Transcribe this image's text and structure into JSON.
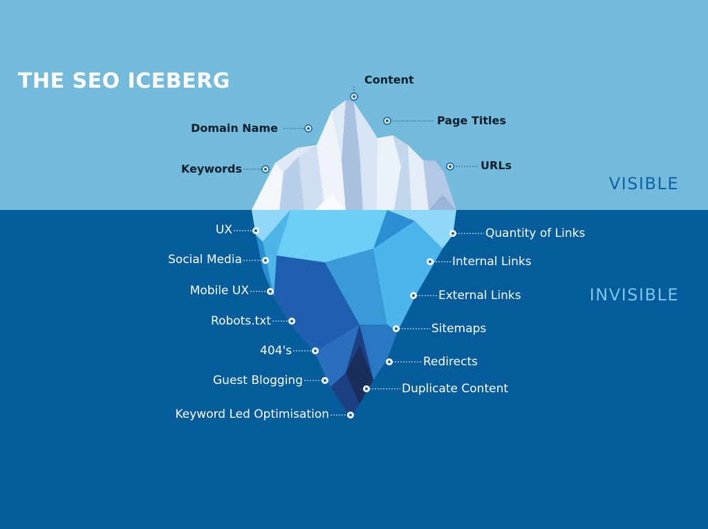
{
  "title": "THE SEO ICEBERG",
  "zones": {
    "visible": "VISIBLE",
    "invisible": "INVISIBLE"
  },
  "colors": {
    "sky": "#74bbdb",
    "sea": "#055c9a",
    "ice_light": "#e6eef8",
    "ice_mid": "#b4cce6",
    "ice_under_light": "#5ec6f0",
    "ice_under_mid": "#2d8fd3",
    "ice_under_dark": "#1d4fa4",
    "ice_deep": "#1a2e5c",
    "marker": "#0d61a6"
  },
  "visible_labels": {
    "content": "Content",
    "page_titles": "Page Titles",
    "domain_name": "Domain Name",
    "keywords": "Keywords",
    "urls": "URLs"
  },
  "invisible_labels": {
    "ux": "UX",
    "social_media": "Social Media",
    "mobile_ux": "Mobile UX",
    "robots": "Robots.txt",
    "four_oh_four": "404's",
    "guest_blogging": "Guest Blogging",
    "keyword_led": "Keyword Led Optimisation",
    "quantity_links": "Quantity of Links",
    "internal_links": "Internal Links",
    "external_links": "External Links",
    "sitemaps": "Sitemaps",
    "redirects": "Redirects",
    "duplicate_content": "Duplicate Content"
  }
}
